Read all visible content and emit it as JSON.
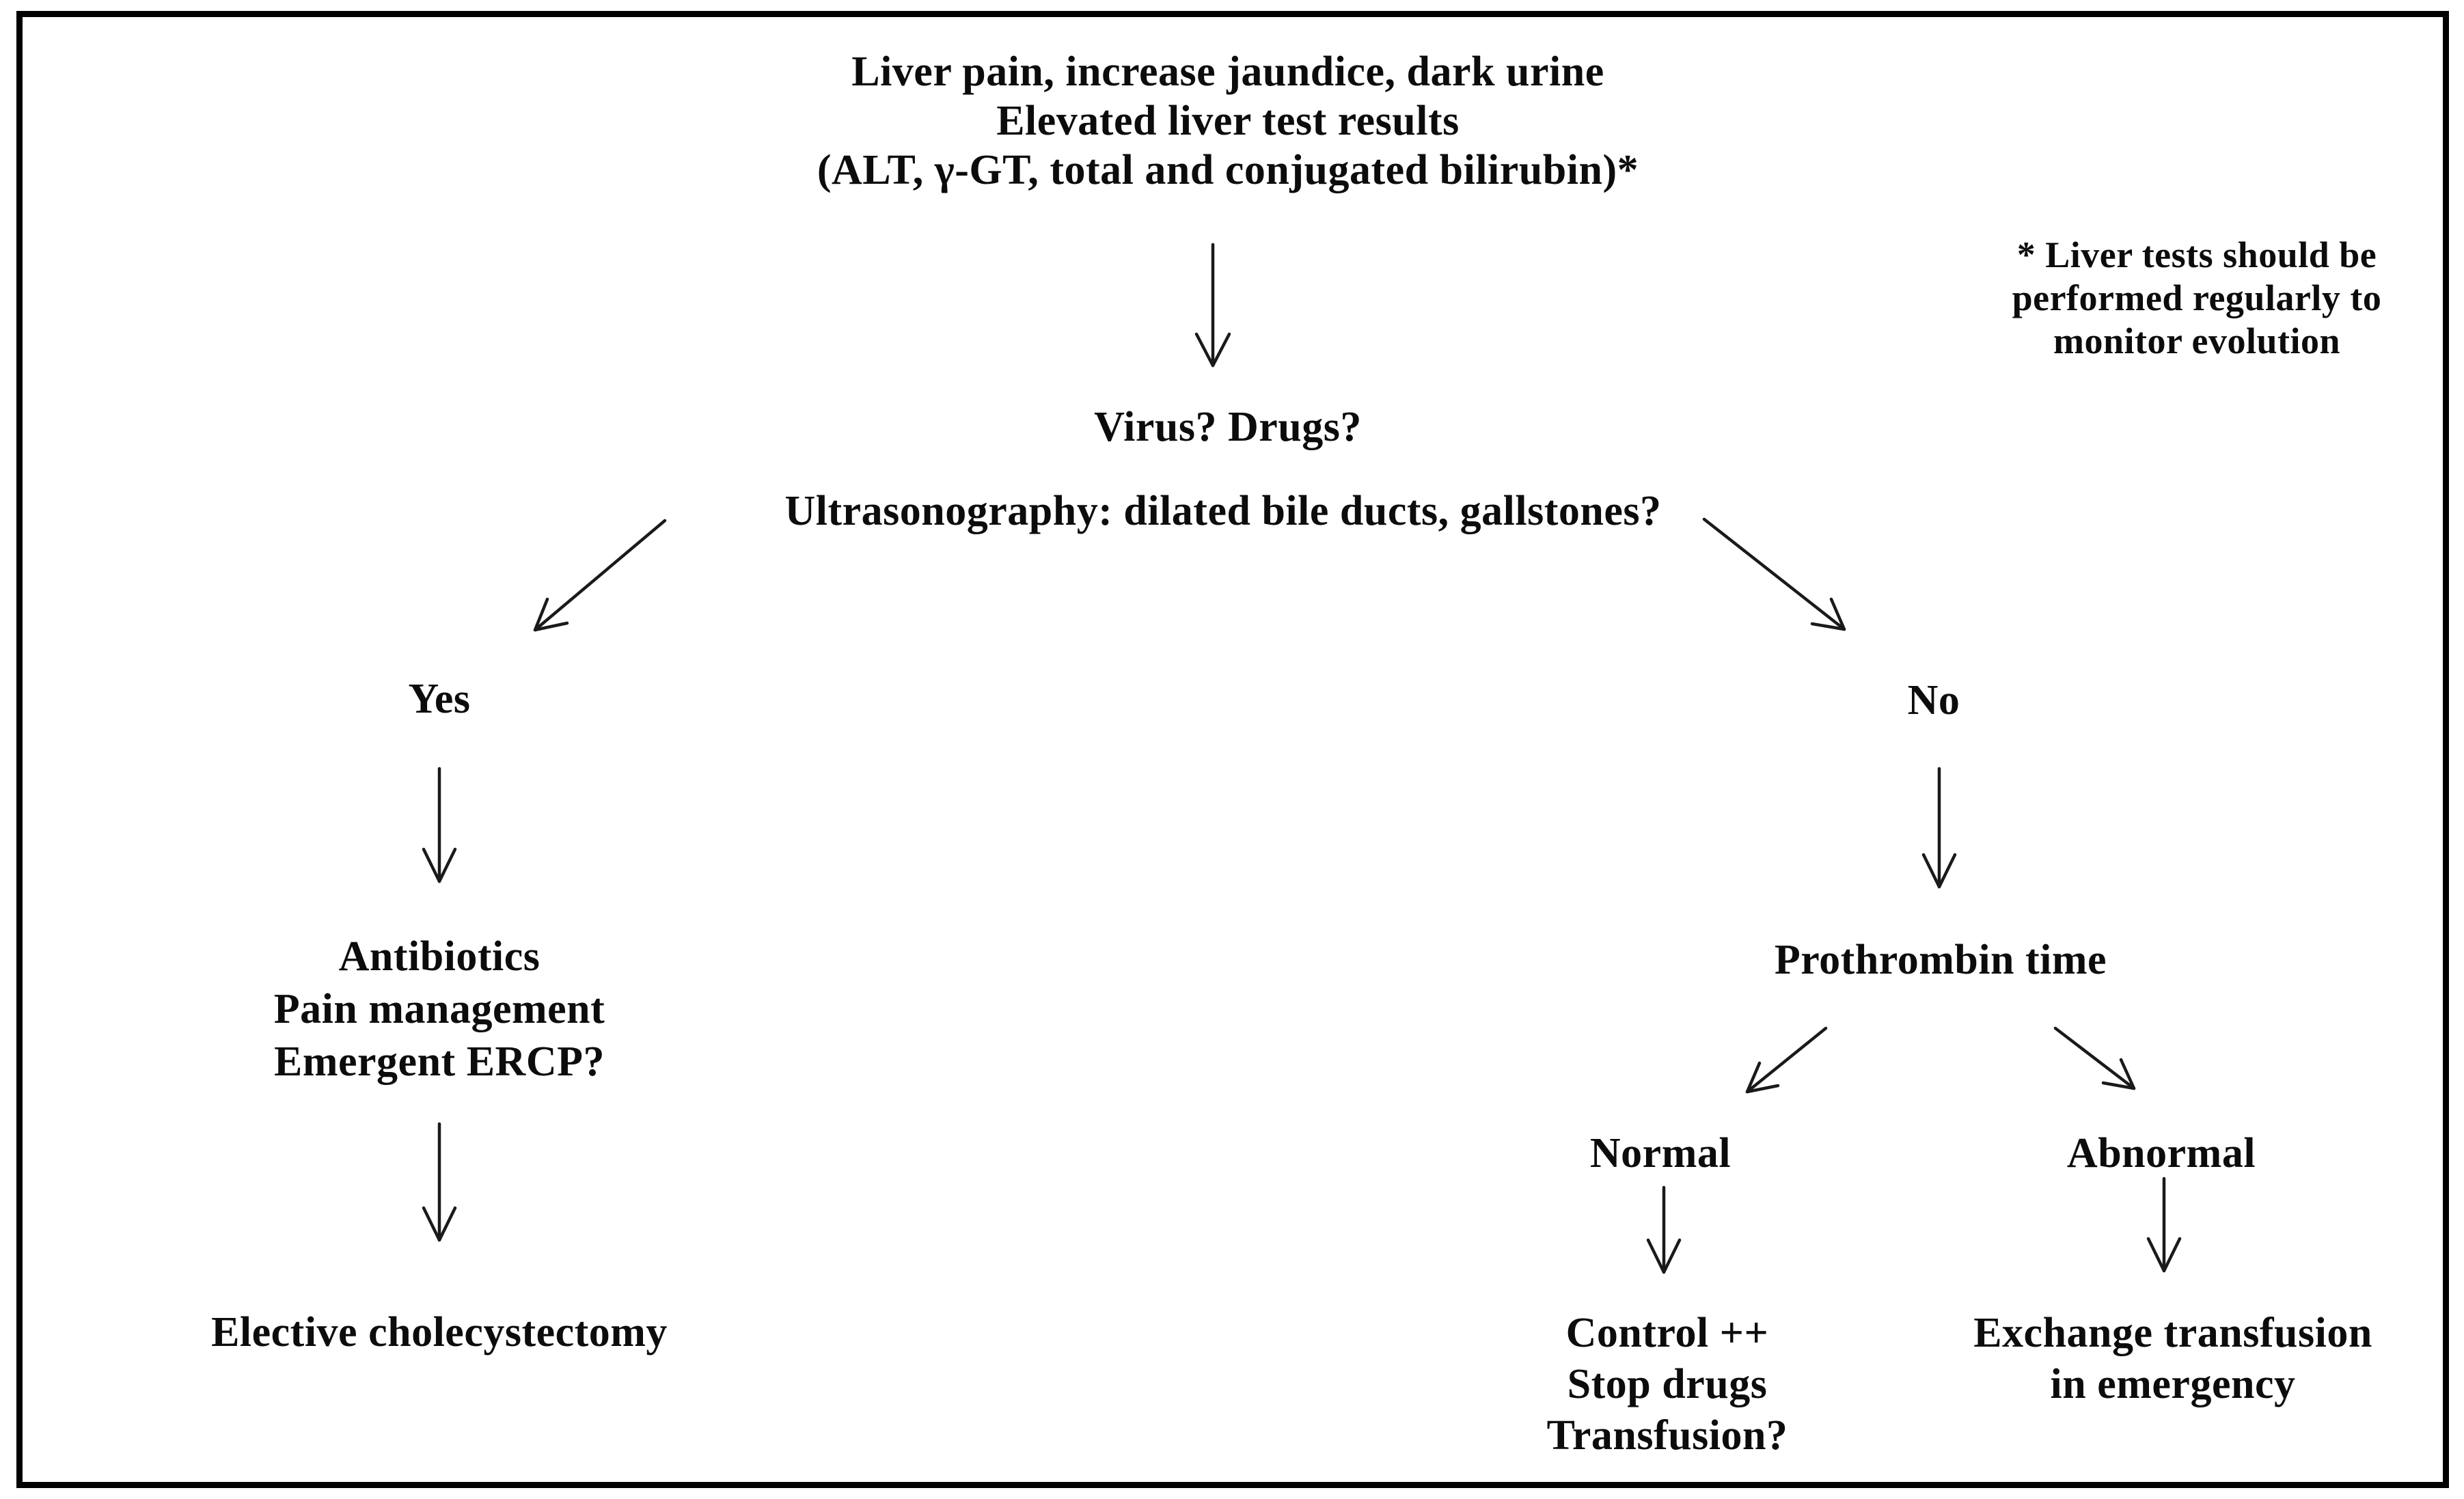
{
  "flowchart": {
    "colors": {
      "background": "#ffffff",
      "border": "#000000",
      "text": "#0c0c0c",
      "arrow": "#1a1a1a"
    },
    "nodes": {
      "presentation": {
        "lines": [
          "Liver pain, increase jaundice, dark urine",
          "Elevated liver test results",
          "(ALT, γ-GT, total and conjugated bilirubin)*"
        ]
      },
      "footnote": {
        "lines": [
          "* Liver tests should be",
          "performed regularly to",
          "monitor evolution"
        ]
      },
      "virus_drugs": {
        "label": "Virus? Drugs?"
      },
      "ultrasonography": {
        "label": "Ultrasonography: dilated bile ducts, gallstones?"
      },
      "yes": {
        "label": "Yes"
      },
      "no": {
        "label": "No"
      },
      "antibiotics": {
        "lines": [
          "Antibiotics",
          "Pain management",
          "Emergent ERCP?"
        ]
      },
      "elective": {
        "label": "Elective cholecystectomy"
      },
      "prothrombin": {
        "label": "Prothrombin time"
      },
      "normal": {
        "label": "Normal"
      },
      "abnormal": {
        "label": "Abnormal"
      },
      "control": {
        "lines": [
          "Control ++",
          "Stop drugs",
          "Transfusion?"
        ]
      },
      "exchange": {
        "lines": [
          "Exchange transfusion",
          "in emergency"
        ]
      }
    },
    "edges": [
      {
        "from": "presentation",
        "to": "virus_drugs"
      },
      {
        "from": "ultrasonography",
        "to": "yes"
      },
      {
        "from": "ultrasonography",
        "to": "no"
      },
      {
        "from": "yes",
        "to": "antibiotics"
      },
      {
        "from": "antibiotics",
        "to": "elective"
      },
      {
        "from": "no",
        "to": "prothrombin"
      },
      {
        "from": "prothrombin",
        "to": "normal"
      },
      {
        "from": "prothrombin",
        "to": "abnormal"
      },
      {
        "from": "normal",
        "to": "control"
      },
      {
        "from": "abnormal",
        "to": "exchange"
      }
    ]
  }
}
